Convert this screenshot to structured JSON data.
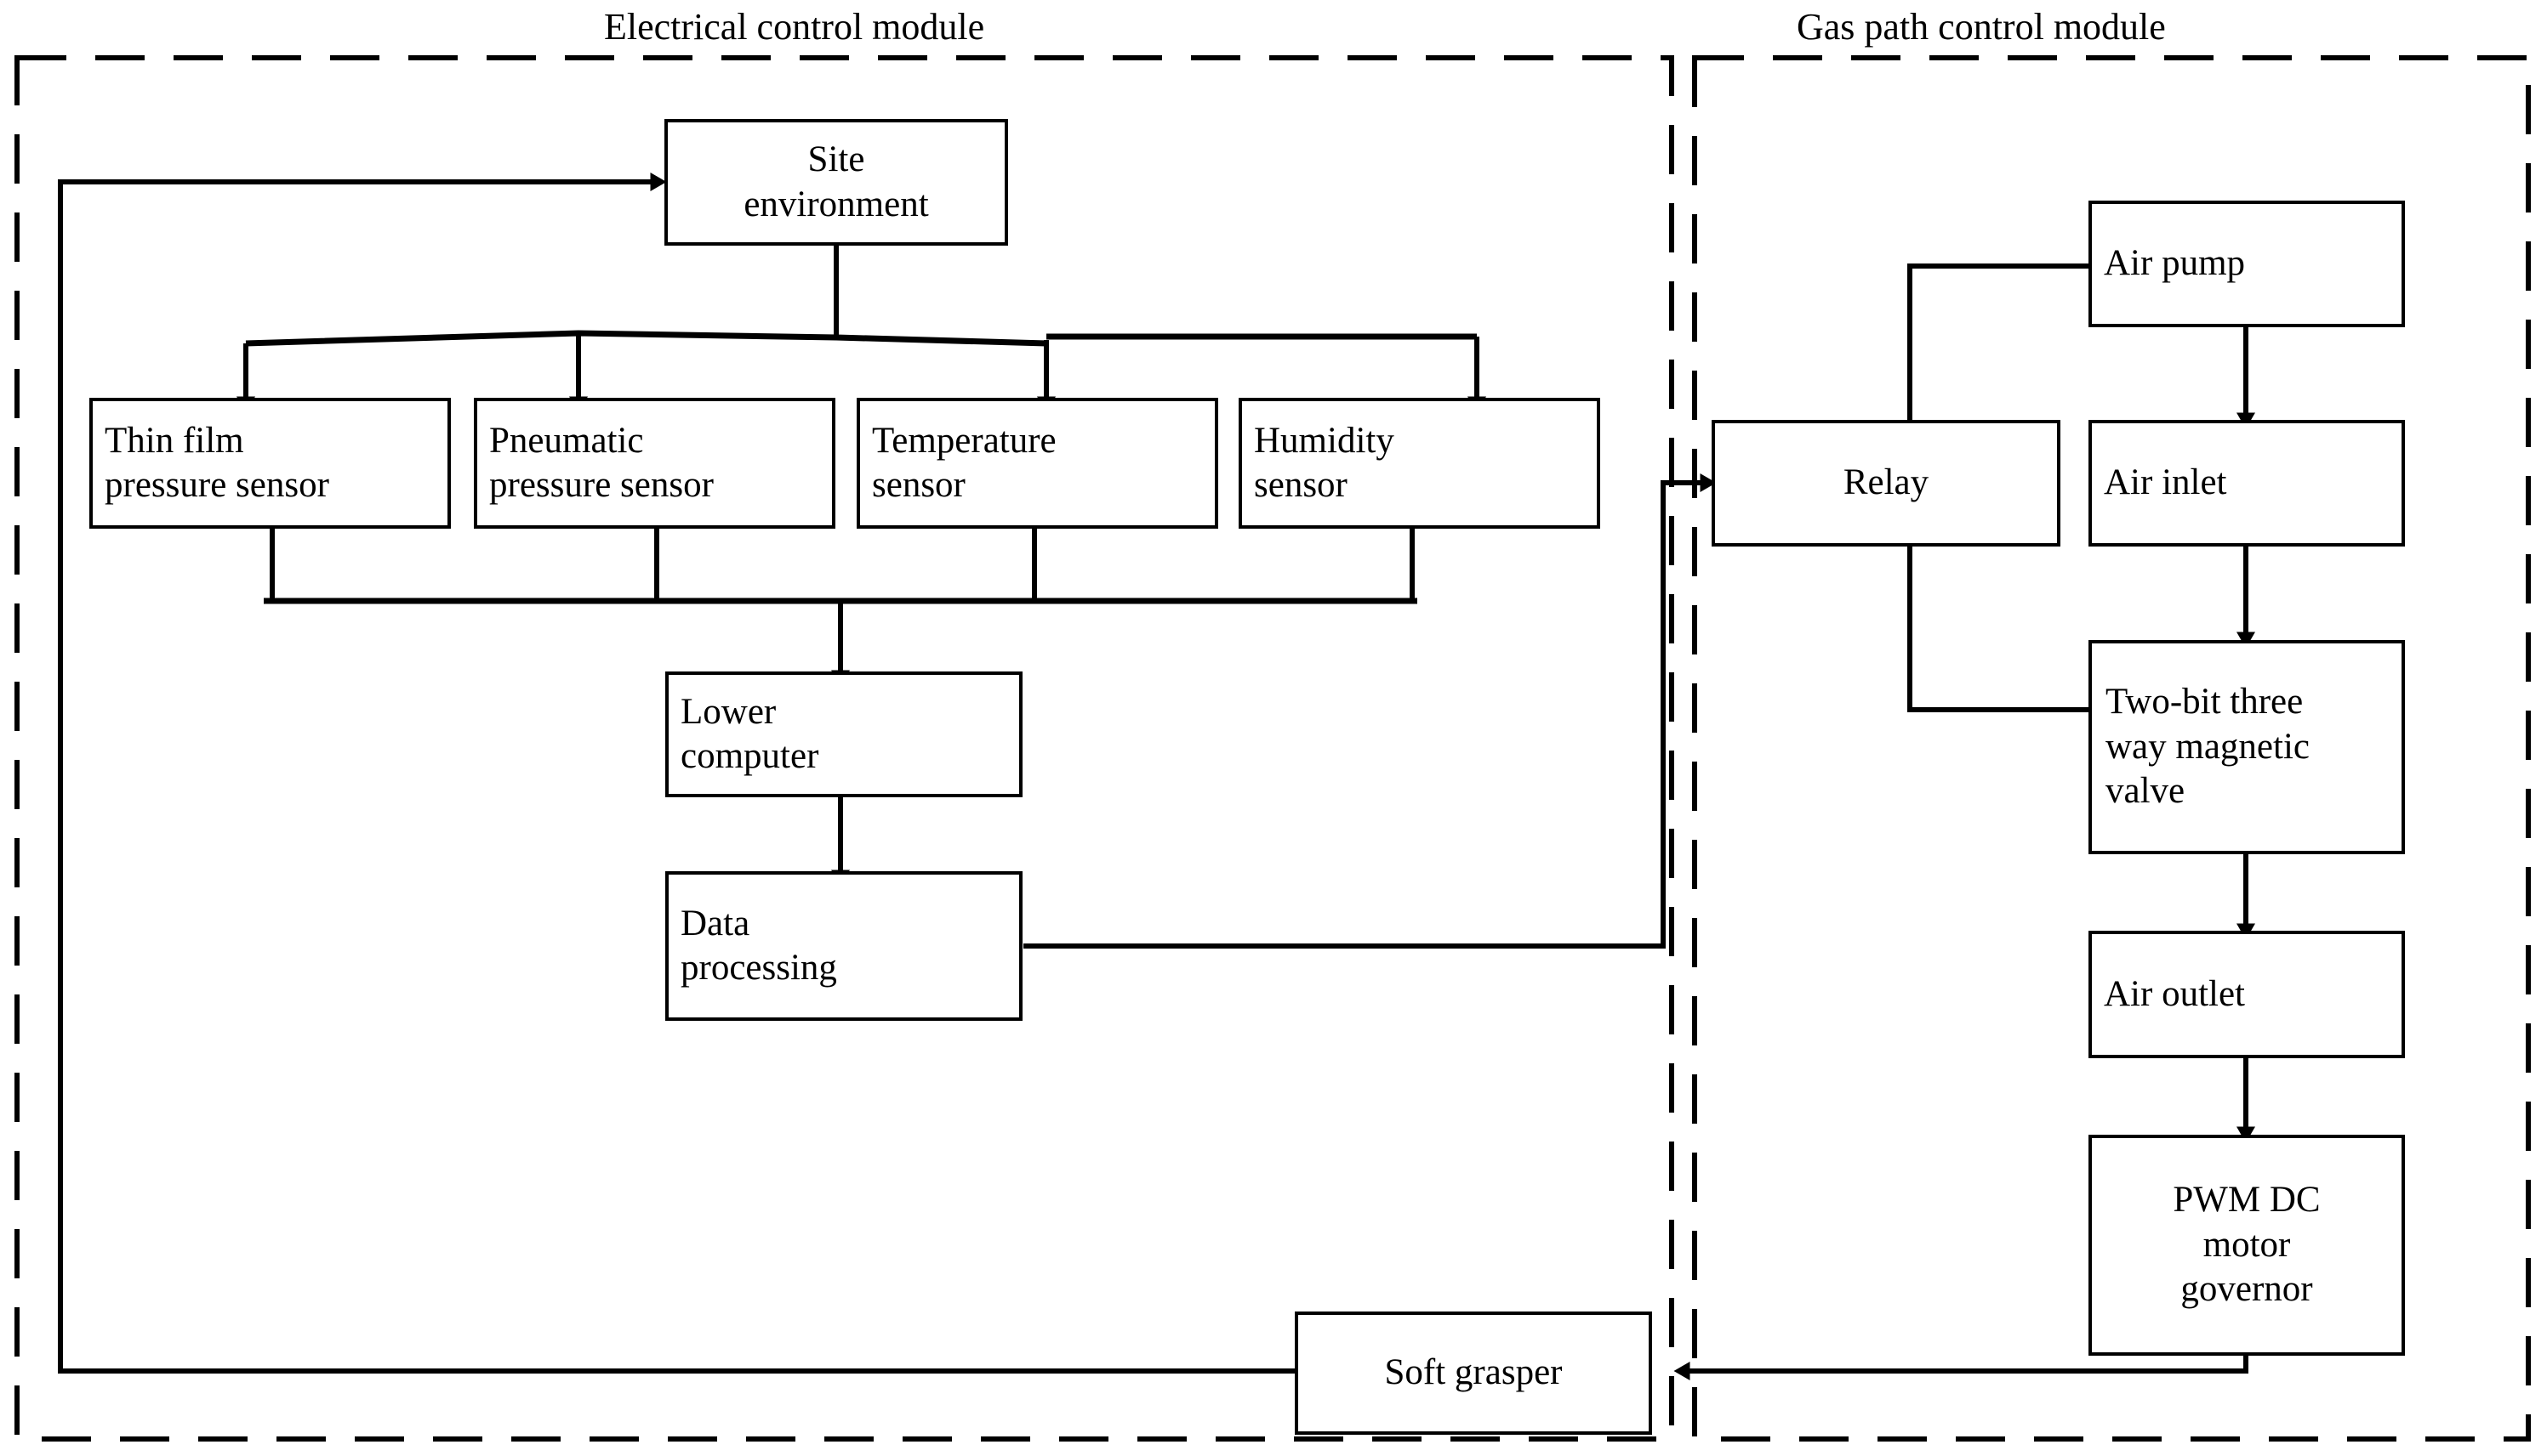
{
  "diagram": {
    "title_electrical": "Electrical control module",
    "title_gaspath": "Gas path control module",
    "colors": {
      "stroke": "#000000",
      "fill": "#ffffff",
      "background": "#ffffff"
    }
  },
  "electrical_module": {
    "label": "Electrical control module",
    "nodes": {
      "site_environment": "Site\nenvironment",
      "site_environment_line1": "Site",
      "site_environment_line2": "environment",
      "thin_film_pressure_sensor": "Thin film\npressure sensor",
      "thin_film_l1": "Thin film",
      "thin_film_l2": "pressure sensor",
      "pneumatic_pressure_sensor": "Pneumatic\npressure sensor",
      "pneumatic_l1": "Pneumatic",
      "pneumatic_l2": "pressure sensor",
      "temperature_sensor": "Temperature\nsensor",
      "temperature_l1": "Temperature",
      "temperature_l2": "sensor",
      "humidity_sensor": "Humidity\nsensor",
      "humidity_l1": "Humidity",
      "humidity_l2": "sensor",
      "lower_computer": "Lower\ncomputer",
      "lower_computer_l1": "Lower",
      "lower_computer_l2": "computer",
      "data_processing": "Data\nprocessing",
      "data_processing_l1": "Data",
      "data_processing_l2": "processing",
      "soft_grasper": "Soft grasper"
    }
  },
  "gaspath_module": {
    "label": "Gas path control module",
    "nodes": {
      "air_pump": "Air pump",
      "relay": "Relay",
      "air_inlet": "Air inlet",
      "two_bit_three_way_magnetic_valve": "Two-bit  three way  magnetic valve",
      "valve_l1": "Two-bit  three",
      "valve_l2": "way  magnetic",
      "valve_l3": "valve",
      "air_outlet": "Air outlet",
      "pwm_dc_motor_governor": "PWM  DC motor governor",
      "pwm_l1": "PWM   DC",
      "pwm_l2": "motor",
      "pwm_l3": "governor"
    }
  },
  "connections": [
    {
      "from": "soft_grasper",
      "to": "site_environment",
      "style": "feedback-left"
    },
    {
      "from": "site_environment",
      "to": "thin_film_pressure_sensor",
      "style": "arrow"
    },
    {
      "from": "site_environment",
      "to": "pneumatic_pressure_sensor",
      "style": "arrow"
    },
    {
      "from": "site_environment",
      "to": "temperature_sensor",
      "style": "arrow"
    },
    {
      "from": "site_environment",
      "to": "humidity_sensor",
      "style": "arrow"
    },
    {
      "from": "sensors_bus",
      "to": "lower_computer",
      "style": "arrow"
    },
    {
      "from": "lower_computer",
      "to": "data_processing",
      "style": "arrow"
    },
    {
      "from": "data_processing",
      "to": "relay",
      "style": "arrow"
    },
    {
      "from": "relay",
      "to": "air_pump",
      "style": "line"
    },
    {
      "from": "relay",
      "to": "two_bit_three_way_magnetic_valve",
      "style": "line"
    },
    {
      "from": "air_pump",
      "to": "air_inlet",
      "style": "arrow"
    },
    {
      "from": "air_inlet",
      "to": "two_bit_three_way_magnetic_valve",
      "style": "arrow"
    },
    {
      "from": "two_bit_three_way_magnetic_valve",
      "to": "air_outlet",
      "style": "arrow"
    },
    {
      "from": "air_outlet",
      "to": "pwm_dc_motor_governor",
      "style": "arrow"
    },
    {
      "from": "pwm_dc_motor_governor",
      "to": "soft_grasper",
      "style": "arrow"
    }
  ]
}
